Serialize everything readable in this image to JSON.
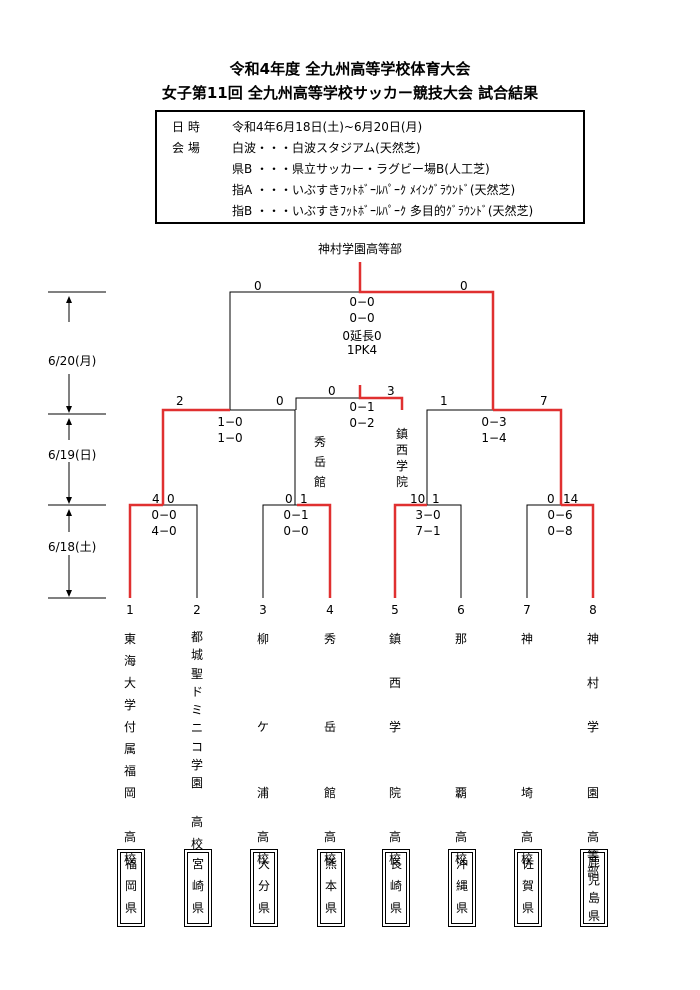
{
  "title": {
    "line1": "令和4年度  全九州高等学校体育大会",
    "line2": "女子第11回  全九州高等学校サッカー競技大会  試合結果"
  },
  "info": {
    "date_label": "日  時",
    "date_value": "令和4年6月18日(土)~6月20日(月)",
    "venue_label": "会  場",
    "venues": [
      "白波・・・白波スタジアム(天然芝)",
      "県B ・・・県立サッカー・ラグビー場B(人工芝)",
      "指A ・・・いぶすきﾌｯﾄﾎﾞｰﾙﾊﾟｰｸ ﾒｲﾝｸﾞﾗｳﾝﾄﾞ(天然芝)",
      "指B ・・・いぶすきﾌｯﾄﾎﾞｰﾙﾊﾟｰｸ 多目的ｸﾞﾗｳﾝﾄﾞ(天然芝)"
    ]
  },
  "champion": "神村学園高等部",
  "dates": [
    "6/20(月)",
    "6/19(日)",
    "6/18(土)"
  ],
  "final": {
    "left_score": "0",
    "right_score": "0",
    "halves": [
      "0−0",
      "0−0"
    ],
    "extra": "0延長0",
    "pk": "1PK4"
  },
  "third_place": {
    "left_score": "0",
    "right_score": "3",
    "halves": [
      "0−1",
      "0−2"
    ],
    "left_team": [
      "秀",
      "岳",
      "館"
    ],
    "right_team": [
      "鎮",
      "西",
      "学",
      "院"
    ]
  },
  "semifinals": [
    {
      "left_score": "2",
      "right_score": "0",
      "halves": [
        "1−0",
        "1−0"
      ]
    },
    {
      "left_score": "1",
      "right_score": "7",
      "halves": [
        "0−3",
        "1−4"
      ]
    }
  ],
  "first_round": [
    {
      "left_score": "4",
      "right_score": "0",
      "halves": [
        "0−0",
        "4−0"
      ]
    },
    {
      "left_score": "0",
      "right_score": "1",
      "halves": [
        "0−1",
        "0−0"
      ]
    },
    {
      "left_score": "10",
      "right_score": "1",
      "halves": [
        "3−0",
        "7−1"
      ]
    },
    {
      "left_score": "0",
      "right_score": "14",
      "halves": [
        "0−6",
        "0−8"
      ]
    }
  ],
  "teams": [
    {
      "num": "1",
      "chars": [
        "東",
        "海",
        "大",
        "学",
        "付",
        "属",
        "福",
        "岡",
        "",
        "高",
        "校"
      ],
      "pref": [
        "福",
        "岡",
        "県"
      ]
    },
    {
      "num": "2",
      "chars": [
        "都",
        "城",
        "聖",
        "ド",
        "ミ",
        "ニ",
        "コ",
        "学",
        "園",
        "",
        "高",
        "校"
      ],
      "pref": [
        "宮",
        "崎",
        "県"
      ]
    },
    {
      "num": "3",
      "chars": [
        "柳",
        "",
        "",
        "",
        "ケ",
        "",
        "",
        "浦",
        "",
        "高",
        "校"
      ],
      "pref": [
        "大",
        "分",
        "県"
      ]
    },
    {
      "num": "4",
      "chars": [
        "秀",
        "",
        "",
        "",
        "岳",
        "",
        "",
        "館",
        "",
        "高",
        "校"
      ],
      "pref": [
        "熊",
        "本",
        "県"
      ]
    },
    {
      "num": "5",
      "chars": [
        "鎮",
        "",
        "西",
        "",
        "学",
        "",
        "",
        "院",
        "",
        "高",
        "校"
      ],
      "pref": [
        "長",
        "崎",
        "県"
      ]
    },
    {
      "num": "6",
      "chars": [
        "那",
        "",
        "",
        "",
        "",
        "",
        "",
        "覇",
        "",
        "高",
        "校"
      ],
      "pref": [
        "沖",
        "縄",
        "県"
      ]
    },
    {
      "num": "7",
      "chars": [
        "神",
        "",
        "",
        "",
        "",
        "",
        "",
        "埼",
        "",
        "高",
        "校"
      ],
      "pref": [
        "佐",
        "賀",
        "県"
      ]
    },
    {
      "num": "8",
      "chars": [
        "神",
        "",
        "村",
        "",
        "学",
        "",
        "",
        "園",
        "",
        "高",
        "等",
        "部"
      ],
      "pref": [
        "鹿",
        "児",
        "島",
        "県"
      ]
    }
  ],
  "colors": {
    "win_line": "#e03030",
    "line": "#000000"
  }
}
